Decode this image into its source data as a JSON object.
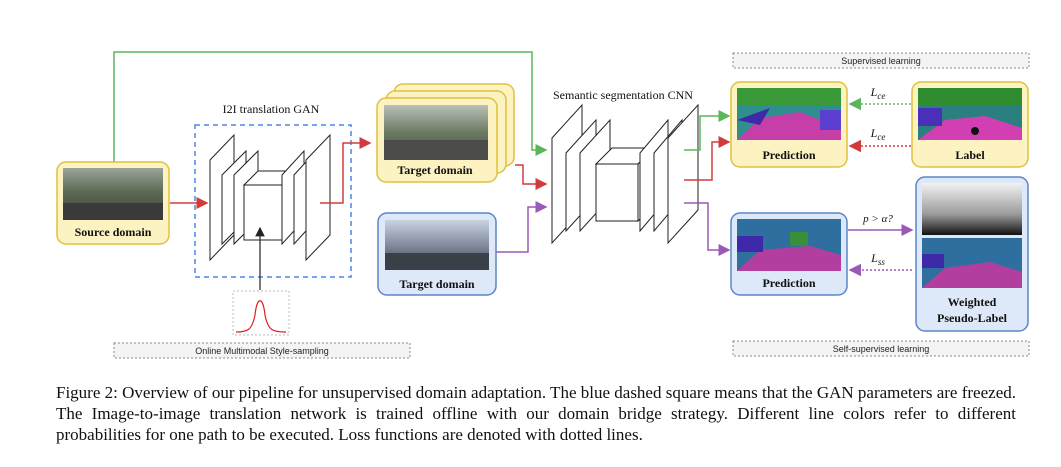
{
  "figure": {
    "source_domain": "Source domain",
    "i2i_title": "I2I translation GAN",
    "target_domain_generated": "Target domain",
    "target_domain_real": "Target domain",
    "seg_title": "Semantic segmentation CNN",
    "supervised_banner": "Supervised learning",
    "selfsupervised_banner": "Self-supervised learning",
    "style_sampling_banner": "Online Multimodal Style-sampling",
    "prediction_supervised": "Prediction",
    "prediction_selfsupervised": "Prediction",
    "label": "Label",
    "weighted_line1": "Weighted",
    "weighted_line2": "Pseudo-Label",
    "loss_ce_top": "Lce",
    "loss_ce_bottom": "Lce",
    "loss_ss": "Lss",
    "threshold": "p > α?"
  },
  "colors": {
    "green_path": "#5bb55b",
    "red_path": "#d23b3b",
    "purple_path": "#9a59b5",
    "gan_dashed": "#4a86e8",
    "yellow_box_fill": "#fdf3c2",
    "yellow_box_stroke": "#e0c040",
    "blue_box_fill": "#dde8f8",
    "blue_box_stroke": "#5b86c7"
  },
  "caption": "Figure 2: Overview of our pipeline for unsupervised domain adaptation. The blue dashed square means that the GAN parameters are freezed. The Image-to-image translation network is trained offline with our domain bridge strategy. Different line colors refer to different probabilities for one path to be executed. Loss functions are denoted with dotted lines."
}
